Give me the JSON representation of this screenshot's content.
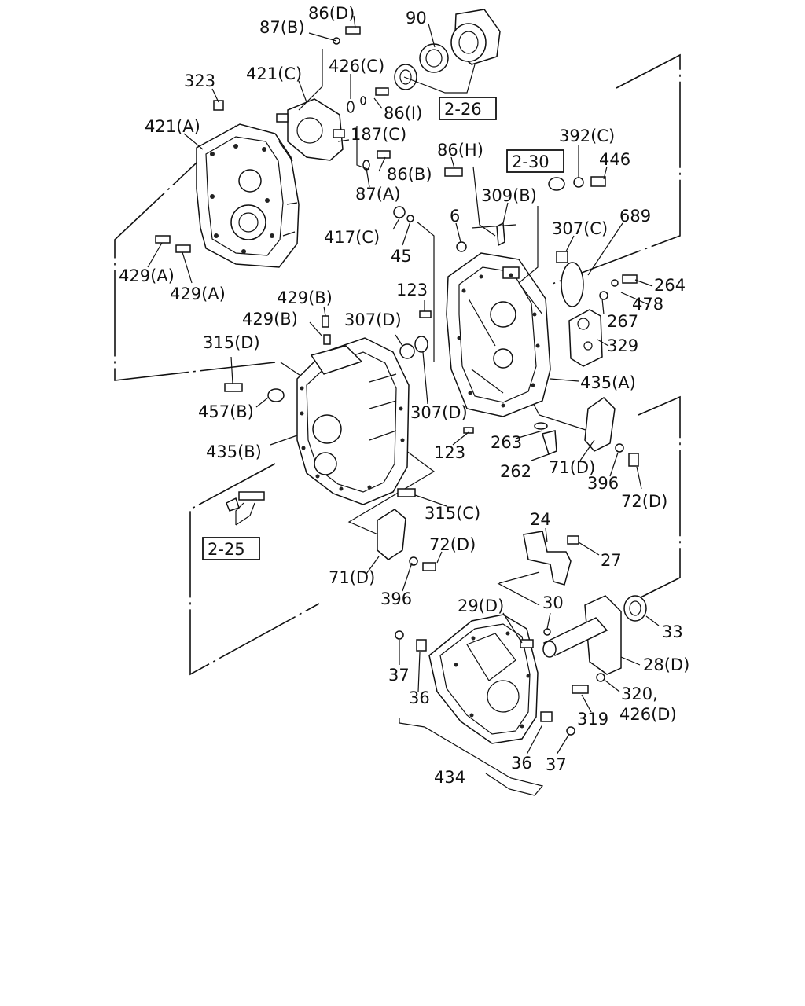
{
  "labels": [
    {
      "id": "l-86D",
      "text": "86(D)"
    },
    {
      "id": "l-87B",
      "text": "87(B)"
    },
    {
      "id": "l-90",
      "text": "90"
    },
    {
      "id": "l-323",
      "text": "323"
    },
    {
      "id": "l-421C",
      "text": "421(C)"
    },
    {
      "id": "l-426C",
      "text": "426(C)"
    },
    {
      "id": "l-421A",
      "text": "421(A)"
    },
    {
      "id": "l-86I",
      "text": "86(I)"
    },
    {
      "id": "l-187C",
      "text": "187(C)"
    },
    {
      "id": "l-392C",
      "text": "392(C)"
    },
    {
      "id": "l-446",
      "text": "446"
    },
    {
      "id": "l-86H",
      "text": "86(H)"
    },
    {
      "id": "l-86B",
      "text": "86(B)"
    },
    {
      "id": "l-87A",
      "text": "87(A)"
    },
    {
      "id": "l-309B",
      "text": "309(B)"
    },
    {
      "id": "l-6",
      "text": "6"
    },
    {
      "id": "l-307C",
      "text": "307(C)"
    },
    {
      "id": "l-689",
      "text": "689"
    },
    {
      "id": "l-417C",
      "text": "417(C)"
    },
    {
      "id": "l-45",
      "text": "45"
    },
    {
      "id": "l-429A-1",
      "text": "429(A)"
    },
    {
      "id": "l-429A-2",
      "text": "429(A)"
    },
    {
      "id": "l-264",
      "text": "264"
    },
    {
      "id": "l-123-1",
      "text": "123"
    },
    {
      "id": "l-478",
      "text": "478"
    },
    {
      "id": "l-429B-1",
      "text": "429(B)"
    },
    {
      "id": "l-429B-2",
      "text": "429(B)"
    },
    {
      "id": "l-307D-1",
      "text": "307(D)"
    },
    {
      "id": "l-267",
      "text": "267"
    },
    {
      "id": "l-315D",
      "text": "315(D)"
    },
    {
      "id": "l-329",
      "text": "329"
    },
    {
      "id": "l-435A",
      "text": "435(A)"
    },
    {
      "id": "l-457B",
      "text": "457(B)"
    },
    {
      "id": "l-307D-2",
      "text": "307(D)"
    },
    {
      "id": "l-263",
      "text": "263"
    },
    {
      "id": "l-435B",
      "text": "435(B)"
    },
    {
      "id": "l-123-2",
      "text": "123"
    },
    {
      "id": "l-262",
      "text": "262"
    },
    {
      "id": "l-71D-1",
      "text": "71(D)"
    },
    {
      "id": "l-396-1",
      "text": "396"
    },
    {
      "id": "l-72D-1",
      "text": "72(D)"
    },
    {
      "id": "l-315C",
      "text": "315(C)"
    },
    {
      "id": "l-24",
      "text": "24"
    },
    {
      "id": "l-72D-2",
      "text": "72(D)"
    },
    {
      "id": "l-27",
      "text": "27"
    },
    {
      "id": "l-71D-2",
      "text": "71(D)"
    },
    {
      "id": "l-396-2",
      "text": "396"
    },
    {
      "id": "l-29D",
      "text": "29(D)"
    },
    {
      "id": "l-30",
      "text": "30"
    },
    {
      "id": "l-33",
      "text": "33"
    },
    {
      "id": "l-37-1",
      "text": "37"
    },
    {
      "id": "l-28D",
      "text": "28(D)"
    },
    {
      "id": "l-36-1",
      "text": "36"
    },
    {
      "id": "l-320",
      "text": "320,"
    },
    {
      "id": "l-319",
      "text": "319"
    },
    {
      "id": "l-426D",
      "text": "426(D)"
    },
    {
      "id": "l-36-2",
      "text": "36"
    },
    {
      "id": "l-37-2",
      "text": "37"
    },
    {
      "id": "l-434",
      "text": "434"
    }
  ],
  "refs": [
    {
      "id": "r-2-26",
      "text": "2-26"
    },
    {
      "id": "r-2-30",
      "text": "2-30"
    },
    {
      "id": "r-2-25",
      "text": "2-25"
    }
  ]
}
